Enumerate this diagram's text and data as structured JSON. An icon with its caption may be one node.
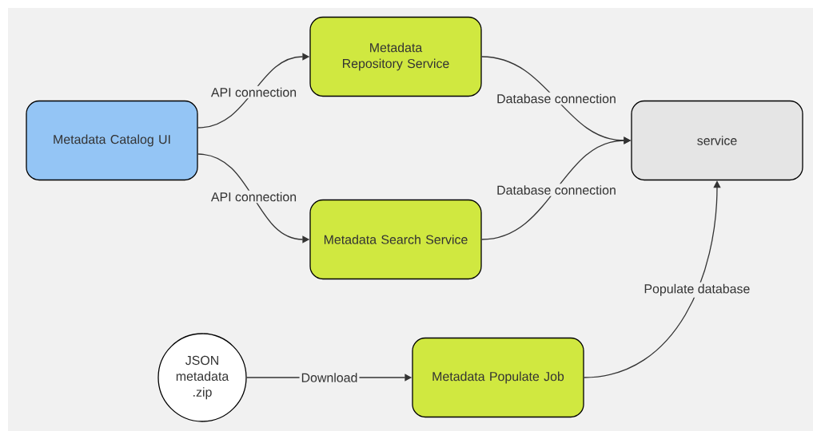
{
  "diagram": {
    "nodes": [
      {
        "text": [
          "Metadata Catalog UI"
        ]
      },
      {
        "text": [
          "Metadata Repository Service"
        ]
      },
      {
        "text": [
          "Metadata Search Service"
        ]
      },
      {
        "text": [
          "service"
        ]
      },
      {
        "text": [
          "JSON metadata .zip"
        ]
      },
      {
        "text": [
          "Metadata Populate Job"
        ]
      }
    ],
    "edges": [
      {
        "from": 0,
        "to": 1,
        "arrow": "to",
        "label": "API connection"
      },
      {
        "from": 0,
        "to": 2,
        "arrow": "to",
        "label": "API connection"
      },
      {
        "from": 1,
        "to": 3,
        "arrow": "to",
        "label": "Database connection"
      },
      {
        "from": 2,
        "to": 3,
        "arrow": "to",
        "label": "Database connection"
      },
      {
        "from": 4,
        "to": 5,
        "arrow": "to",
        "label": "Download"
      },
      {
        "from": 5,
        "to": 3,
        "arrow": "to",
        "label": "Populate database"
      }
    ]
  }
}
